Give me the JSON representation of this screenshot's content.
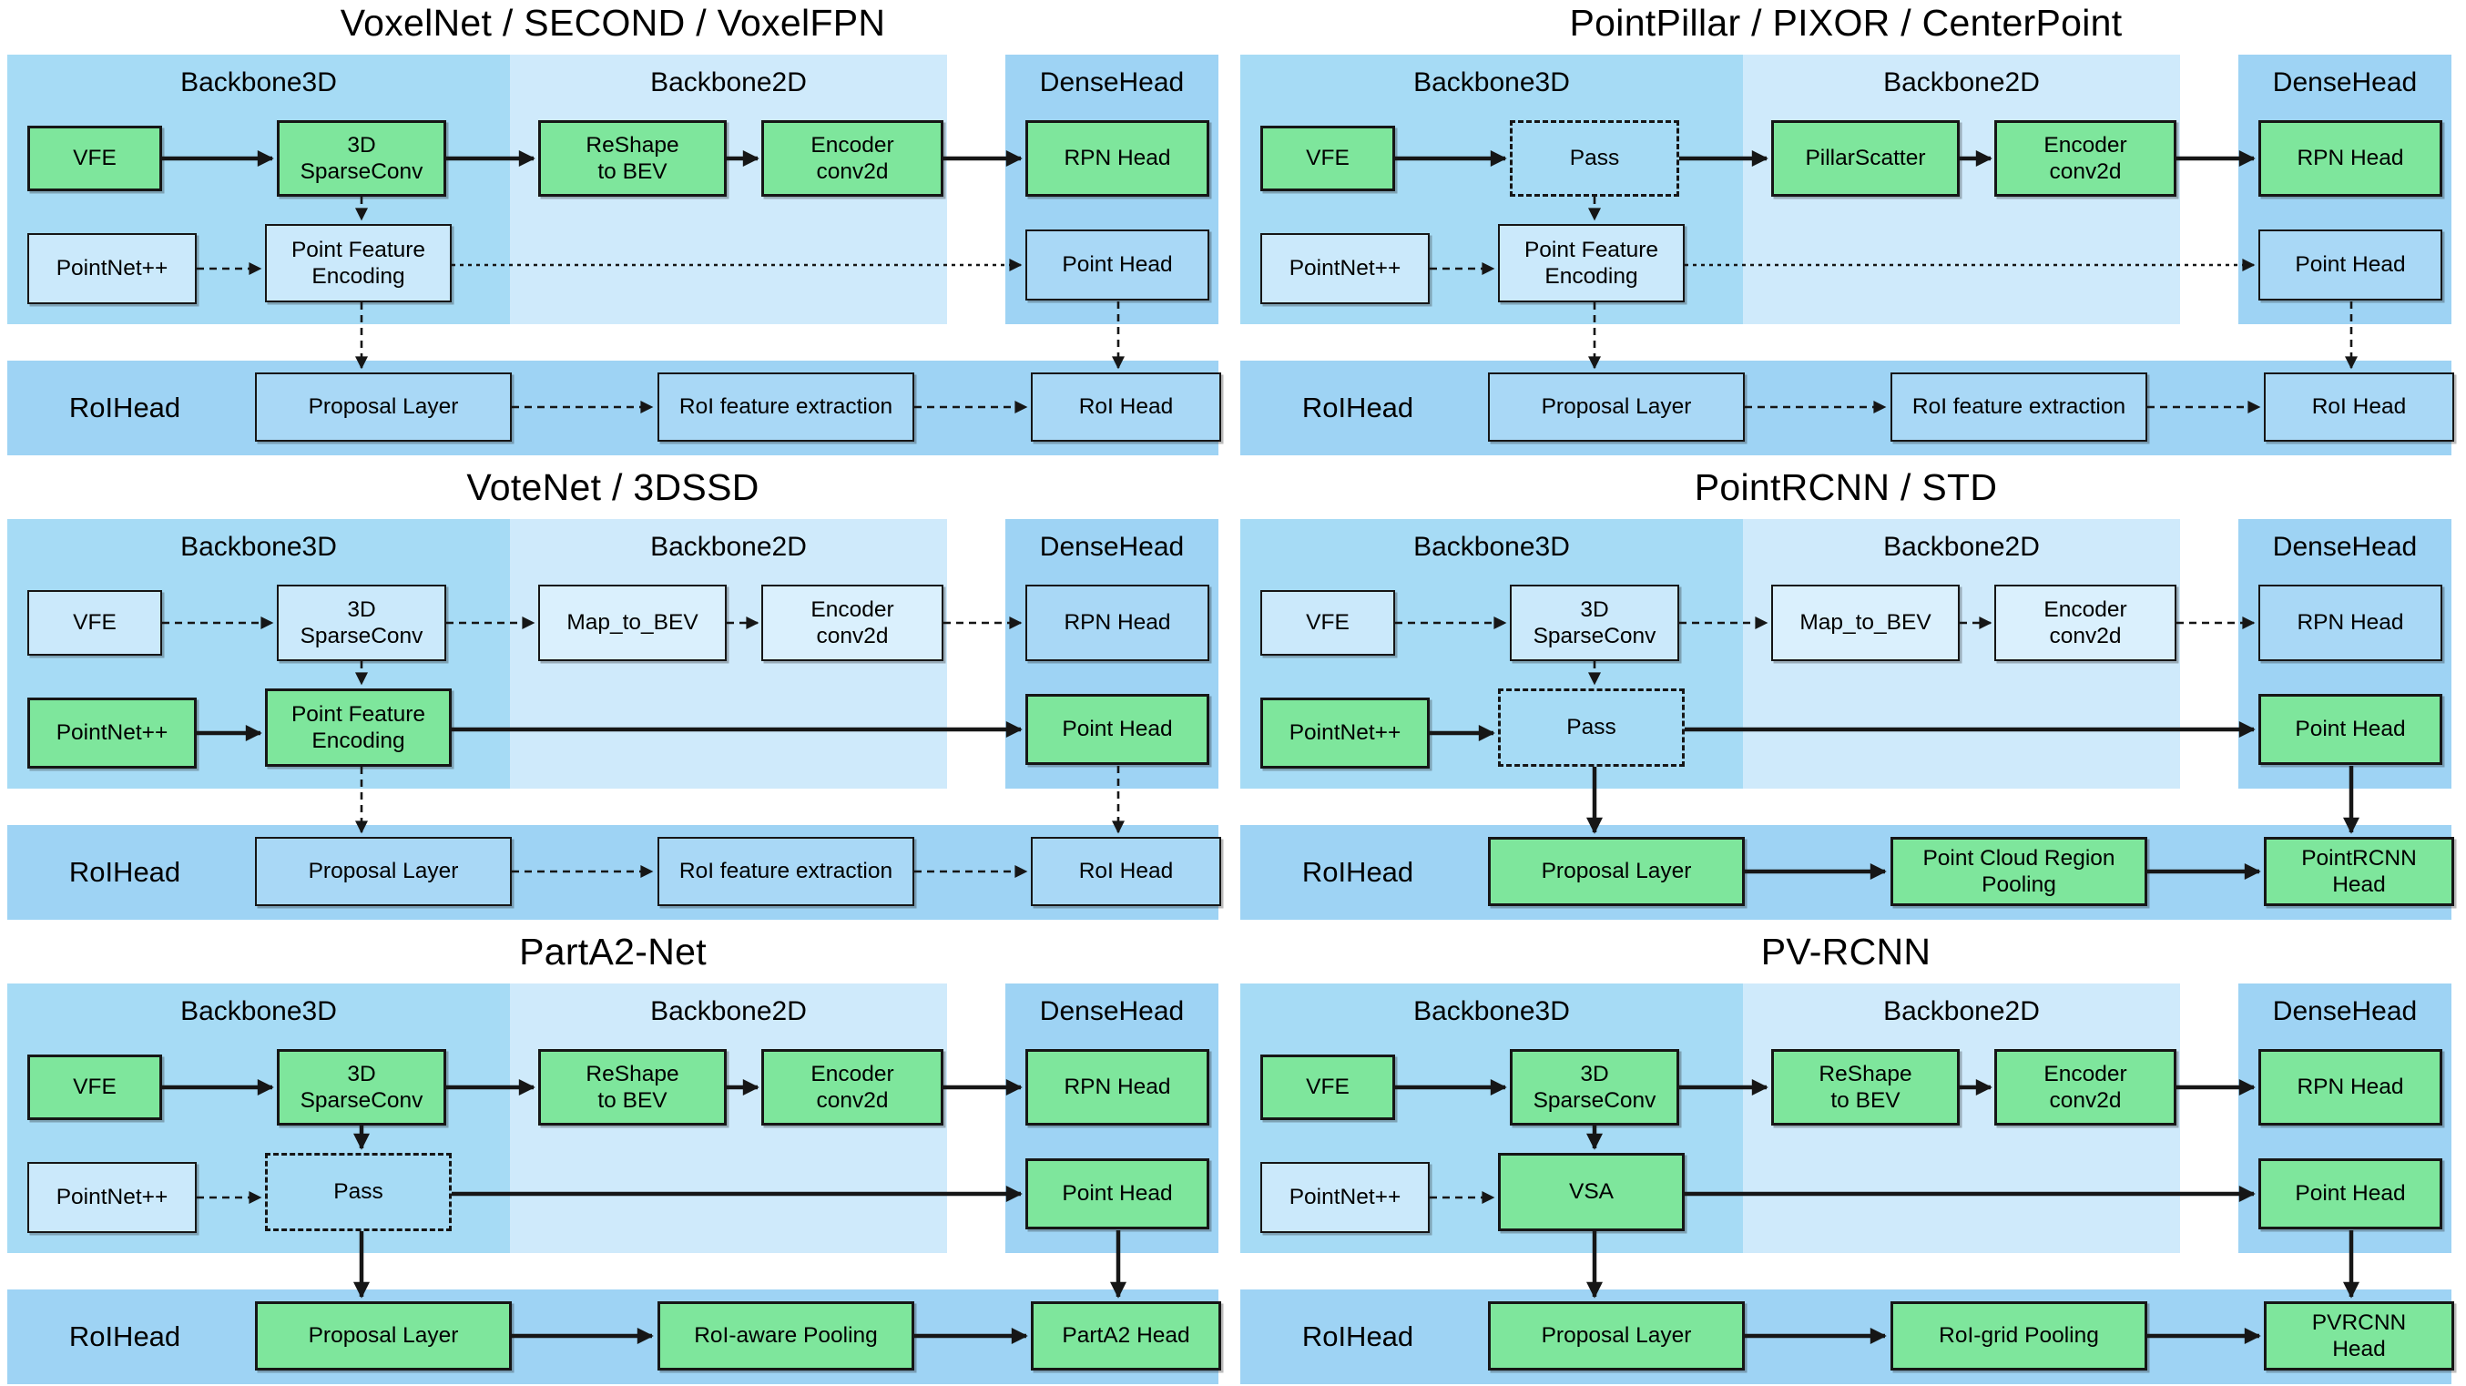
{
  "figure": {
    "description": "Comparison of 3D object detection architectures mapped onto a common pipeline of Backbone3D, Backbone2D, DenseHead and RoIHead modules",
    "colors": {
      "active_module_green": "#7ee69c",
      "backbone3d_band_blue": "#a6dbf5",
      "backbone2d_band_blue": "#cfeafb",
      "head_band_blue": "#9ed3f4",
      "inactive_box_blue": "#cbe9fb",
      "inactive_box_blue_light": "#daf0fd",
      "inactive_box_blue_mid": "#a9d8f6",
      "line_black": "#161616"
    }
  },
  "panels": [
    {
      "title": "VoxelNet / SECOND / VoxelFPN",
      "sections": {
        "b3d": "Backbone3D",
        "b2d": "Backbone2D",
        "dense": "DenseHead",
        "roi": "RoIHead"
      },
      "boxes": {
        "vfe": "VFE",
        "a2": "3D\nSparseConv",
        "a3": "ReShape\nto BEV",
        "a4": "Encoder\nconv2d",
        "rpn": "RPN Head",
        "pointnet": "PointNet++",
        "pfe": "Point Feature\nEncoding",
        "point_head": "Point Head",
        "roi1": "Proposal Layer",
        "roi2": "RoI feature extraction",
        "roi3": "RoI Head"
      }
    },
    {
      "title": "PointPillar / PIXOR / CenterPoint",
      "sections": {
        "b3d": "Backbone3D",
        "b2d": "Backbone2D",
        "dense": "DenseHead",
        "roi": "RoIHead"
      },
      "boxes": {
        "vfe": "VFE",
        "a2": "Pass",
        "a3": "PillarScatter",
        "a4": "Encoder\nconv2d",
        "rpn": "RPN Head",
        "pointnet": "PointNet++",
        "pfe": "Point Feature\nEncoding",
        "point_head": "Point Head",
        "roi1": "Proposal Layer",
        "roi2": "RoI feature extraction",
        "roi3": "RoI Head"
      }
    },
    {
      "title": "VoteNet / 3DSSD",
      "sections": {
        "b3d": "Backbone3D",
        "b2d": "Backbone2D",
        "dense": "DenseHead",
        "roi": "RoIHead"
      },
      "boxes": {
        "vfe": "VFE",
        "a2": "3D\nSparseConv",
        "a3": "Map_to_BEV",
        "a4": "Encoder\nconv2d",
        "rpn": "RPN Head",
        "pointnet": "PointNet++",
        "pfe": "Point Feature\nEncoding",
        "point_head": "Point Head",
        "roi1": "Proposal Layer",
        "roi2": "RoI feature extraction",
        "roi3": "RoI Head"
      }
    },
    {
      "title": "PointRCNN / STD",
      "sections": {
        "b3d": "Backbone3D",
        "b2d": "Backbone2D",
        "dense": "DenseHead",
        "roi": "RoIHead"
      },
      "boxes": {
        "vfe": "VFE",
        "a2": "3D\nSparseConv",
        "a3": "Map_to_BEV",
        "a4": "Encoder\nconv2d",
        "rpn": "RPN Head",
        "pointnet": "PointNet++",
        "pfe": "Pass",
        "point_head": "Point Head",
        "roi1": "Proposal Layer",
        "roi2": "Point Cloud Region\nPooling",
        "roi3": "PointRCNN\nHead"
      }
    },
    {
      "title": "PartA2-Net",
      "sections": {
        "b3d": "Backbone3D",
        "b2d": "Backbone2D",
        "dense": "DenseHead",
        "roi": "RoIHead"
      },
      "boxes": {
        "vfe": "VFE",
        "a2": "3D\nSparseConv",
        "a3": "ReShape\nto BEV",
        "a4": "Encoder\nconv2d",
        "rpn": "RPN Head",
        "pointnet": "PointNet++",
        "pfe": "Pass",
        "point_head": "Point Head",
        "roi1": "Proposal Layer",
        "roi2": "RoI-aware Pooling",
        "roi3": "PartA2 Head"
      }
    },
    {
      "title": "PV-RCNN",
      "sections": {
        "b3d": "Backbone3D",
        "b2d": "Backbone2D",
        "dense": "DenseHead",
        "roi": "RoIHead"
      },
      "boxes": {
        "vfe": "VFE",
        "a2": "3D\nSparseConv",
        "a3": "ReShape\nto BEV",
        "a4": "Encoder\nconv2d",
        "rpn": "RPN Head",
        "pointnet": "PointNet++",
        "pfe": "VSA",
        "point_head": "Point Head",
        "roi1": "Proposal Layer",
        "roi2": "RoI-grid Pooling",
        "roi3": "PVRCNN\nHead"
      }
    }
  ]
}
